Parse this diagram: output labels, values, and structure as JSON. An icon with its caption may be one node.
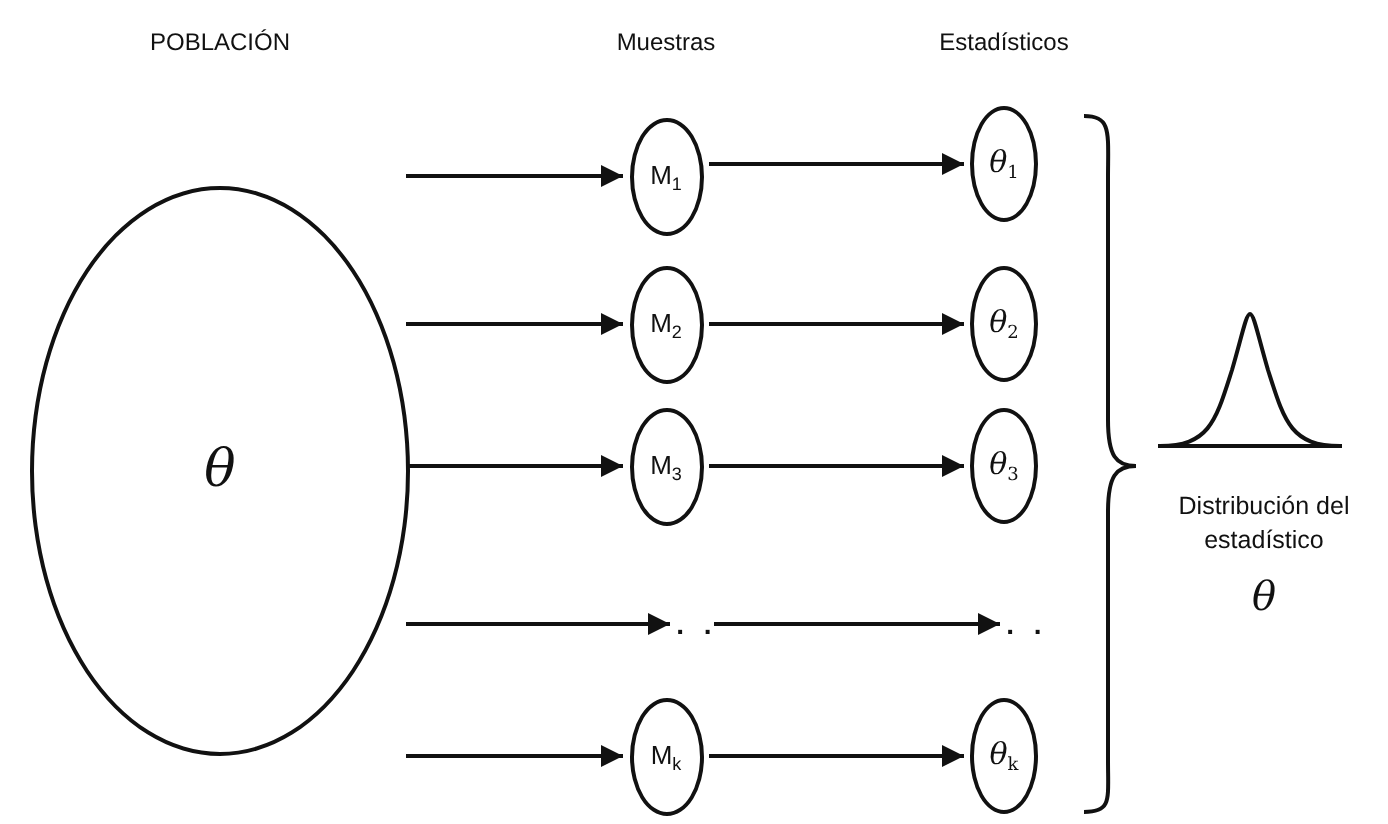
{
  "diagram": {
    "nodes": [
      {
        "text": [
          "θ"
        ]
      },
      {
        "text": [
          "M$_{1}$"
        ]
      },
      {
        "text": [
          "*θ*$_{1}$"
        ]
      },
      {
        "text": [
          "M$_{2}$"
        ]
      },
      {
        "text": [
          "*θ*$_{2}$"
        ]
      },
      {
        "text": [
          "M$_{3}$"
        ]
      },
      {
        "text": [
          "*θ*$_{3}$"
        ]
      },
      {
        "text": [
          ". ."
        ]
      },
      {
        "text": [
          ". ."
        ]
      },
      {
        "text": [
          "M$_{k}$"
        ]
      },
      {
        "text": [
          "*θ*$_{k}$"
        ]
      }
    ],
    "edges": [
      {
        "from": 0,
        "to": 1,
        "arrow": "to"
      },
      {
        "from": 1,
        "to": 2,
        "arrow": "to"
      },
      {
        "from": 0,
        "to": 3,
        "arrow": "to"
      },
      {
        "from": 3,
        "to": 4,
        "arrow": "to"
      },
      {
        "from": 0,
        "to": 5,
        "arrow": "to"
      },
      {
        "from": 5,
        "to": 6,
        "arrow": "to"
      },
      {
        "from": 0,
        "to": 7,
        "arrow": "to"
      },
      {
        "from": 7,
        "to": 8,
        "arrow": "to"
      },
      {
        "from": 0,
        "to": 9,
        "arrow": "to"
      },
      {
        "from": 9,
        "to": 10,
        "arrow": "to"
      }
    ],
    "labels": [
      "POBLACIÓN",
      "Muestras",
      "Estadísticos",
      "Distribución del estadístico",
      "θ"
    ]
  }
}
